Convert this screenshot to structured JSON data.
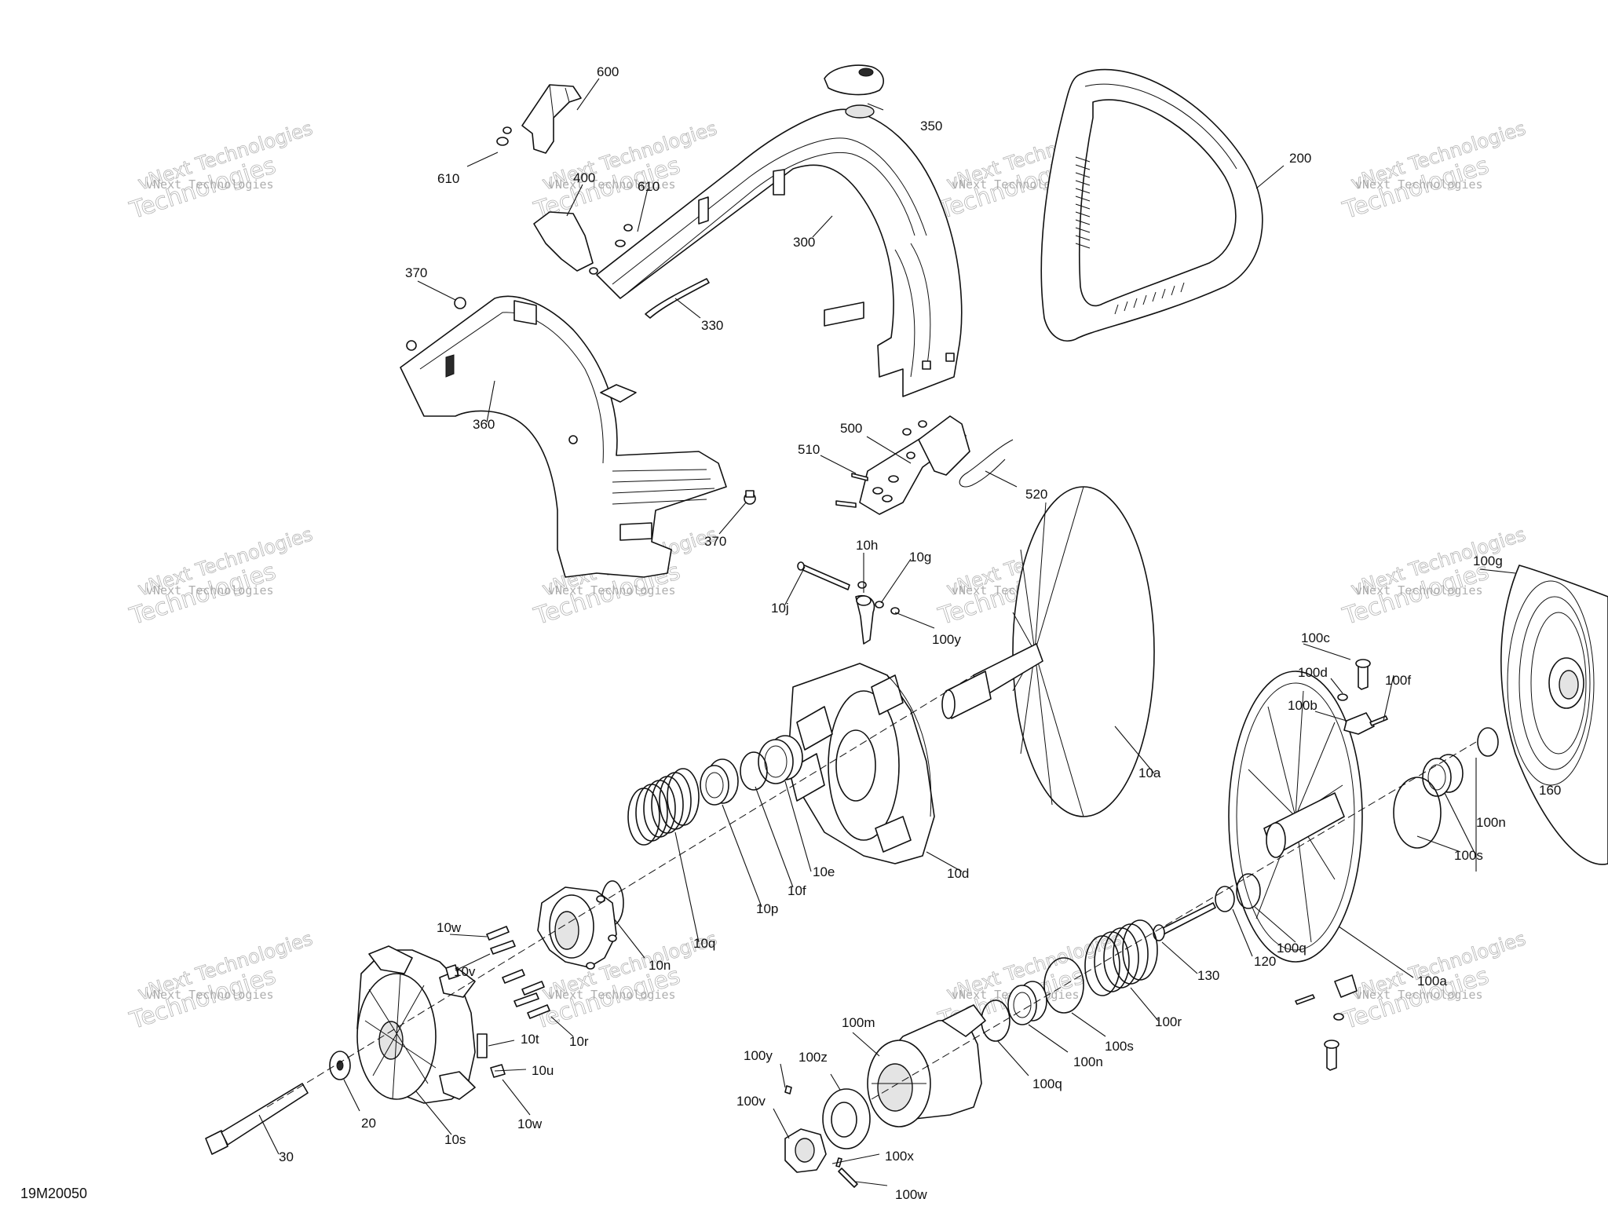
{
  "diagram_code": "19M20050",
  "watermark": {
    "line1": "vNext Technologies",
    "line2": "Technologies"
  },
  "callouts": [
    "600",
    "610",
    "350",
    "200",
    "400",
    "610",
    "300",
    "370",
    "330",
    "360",
    "500",
    "510",
    "520",
    "370",
    "10h",
    "10g",
    "10j",
    "100y",
    "100g",
    "100c",
    "100d",
    "100b",
    "100f",
    "10a",
    "160",
    "100n",
    "100s",
    "10d",
    "10e",
    "10f",
    "10p",
    "10q",
    "10n",
    "10w",
    "10v",
    "10r",
    "10t",
    "10u",
    "20",
    "30",
    "10s",
    "10w",
    "130",
    "120",
    "100q",
    "100a",
    "100r",
    "100s",
    "100n",
    "100q",
    "100m",
    "100y",
    "100z",
    "100v",
    "100x",
    "100w"
  ]
}
